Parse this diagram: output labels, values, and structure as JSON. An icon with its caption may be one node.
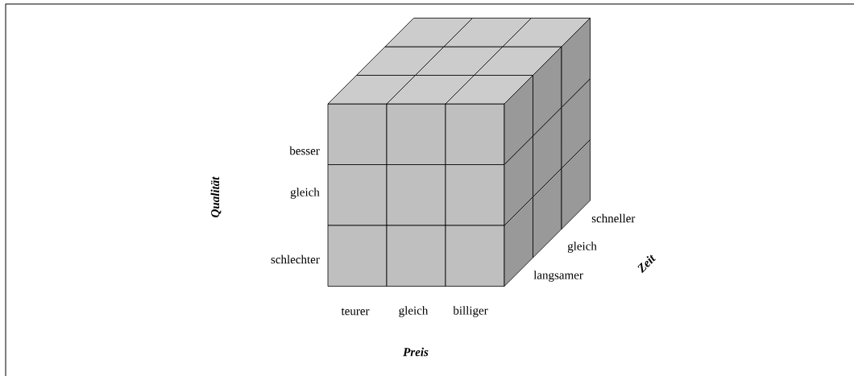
{
  "diagram": {
    "labels": [
      "besser",
      "gleich",
      "Qualität",
      "schlechter",
      "schneller",
      "gleich",
      "Zeit",
      "langsamer",
      "teurer",
      "gleich",
      "billiger",
      "Preis"
    ]
  }
}
